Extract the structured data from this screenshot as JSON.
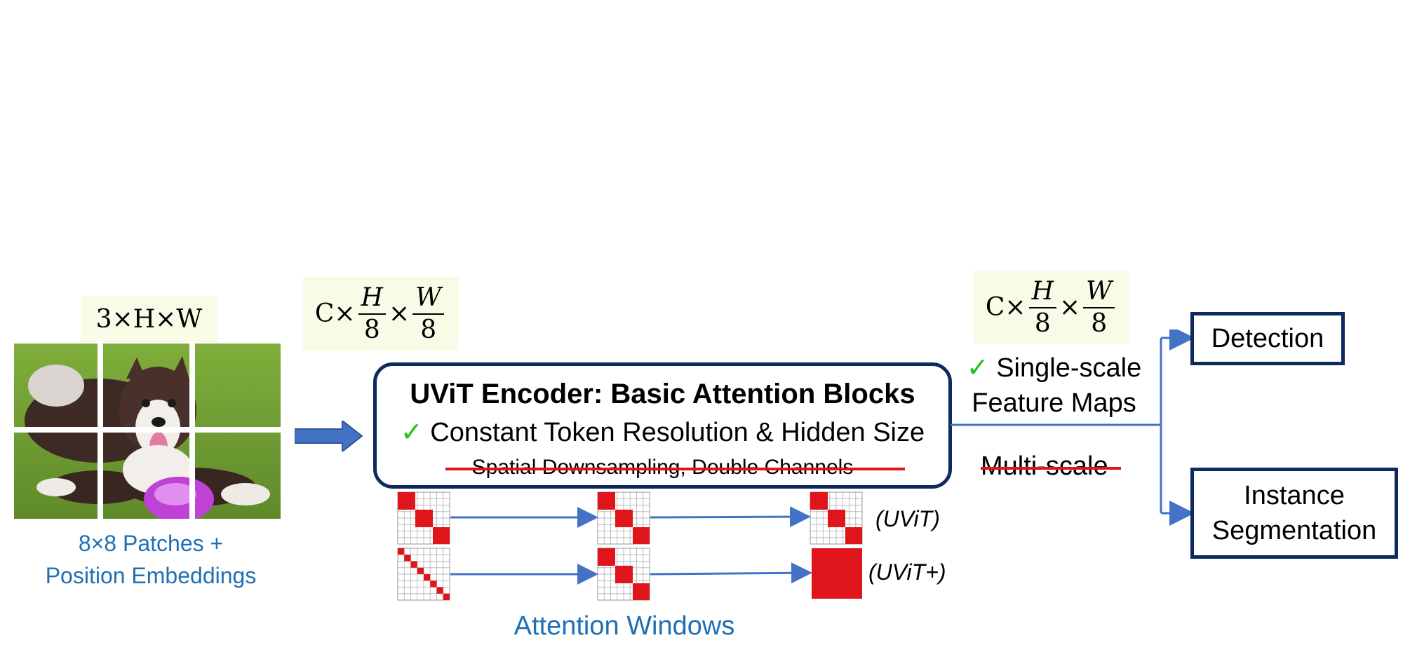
{
  "input": {
    "shape_formula": "3×H×W",
    "image_alt": "dog",
    "caption_line1": "8×8 Patches +",
    "caption_line2": "Position Embeddings"
  },
  "token_shape": {
    "prefix": "C×",
    "num1": "H",
    "den1": "8",
    "mid": "×",
    "num2": "W",
    "den2": "8"
  },
  "encoder": {
    "title": "UViT Encoder: Basic Attention Blocks",
    "check_mark": "✓",
    "feature": "Constant Token Resolution & Hidden Size",
    "struck": "Spatial Downsampling, Double Channel",
    "struck_tail": "s"
  },
  "attention": {
    "row1_label": "(UViT)",
    "row2_label": "(UViT+)",
    "caption": "Attention Windows"
  },
  "output": {
    "shape": {
      "prefix": "C×",
      "num1": "H",
      "den1": "8",
      "mid": "×",
      "num2": "W",
      "den2": "8"
    },
    "check_mark": "✓",
    "line1": "Single-scale",
    "line2": "Feature Maps",
    "struck": "Multi-scale"
  },
  "tasks": {
    "detection": "Detection",
    "seg_line1": "Instance",
    "seg_line2": "Segmentation"
  },
  "colors": {
    "arrow_blue": "#4472c4",
    "box_navy": "#0d2a5c",
    "attention_red": "#e0151b",
    "caption_blue": "#1f6fb5",
    "check_green": "#22c11d"
  }
}
